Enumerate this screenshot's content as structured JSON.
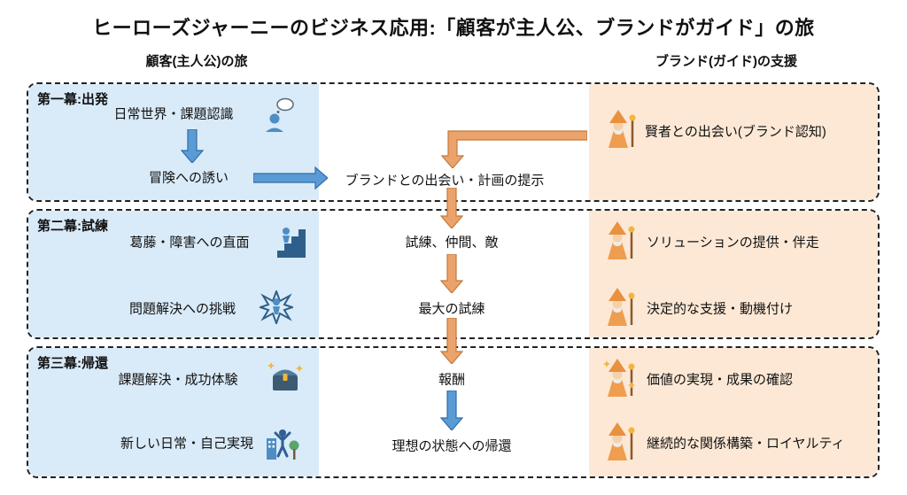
{
  "title": "ヒーローズジャーニーのビジネス応用:「顧客が主人公、ブランドがガイド」の旅",
  "columns": {
    "left": "顧客(主人公)の旅",
    "right": "ブランド(ガイド)の支援"
  },
  "acts": [
    {
      "label": "第一幕:出発",
      "customer": [
        {
          "text": "日常世界・課題認識",
          "icon": "thinking-person-icon"
        },
        {
          "text": "冒険への誘い",
          "icon": ""
        }
      ],
      "center": [
        {
          "text": "ブランドとの出会い・計画の提示"
        }
      ],
      "brand": [
        {
          "text": "賢者との出会い(ブランド認知)",
          "icon": "wizard-icon"
        }
      ]
    },
    {
      "label": "第二幕:試練",
      "customer": [
        {
          "text": "葛藤・障害への直面",
          "icon": "climbing-person-icon"
        },
        {
          "text": "問題解決への挑戦",
          "icon": "breakthrough-icon"
        }
      ],
      "center": [
        {
          "text": "試練、仲間、敵"
        },
        {
          "text": "最大の試練"
        }
      ],
      "brand": [
        {
          "text": "ソリューションの提供・伴走",
          "icon": "wizard-icon"
        },
        {
          "text": "決定的な支援・動機付け",
          "icon": "wizard-icon"
        }
      ]
    },
    {
      "label": "第三幕:帰還",
      "customer": [
        {
          "text": "課題解決・成功体験",
          "icon": "treasure-chest-icon"
        },
        {
          "text": "新しい日常・自己実現",
          "icon": "celebration-icon"
        }
      ],
      "center": [
        {
          "text": "報酬"
        },
        {
          "text": "理想の状態への帰還"
        }
      ],
      "brand": [
        {
          "text": "価値の実現・成果の確認",
          "icon": "wizard-celebration-icon"
        },
        {
          "text": "継続的な関係構築・ロイヤルティ",
          "icon": "wizard-icon"
        }
      ]
    }
  ],
  "colors": {
    "customer_panel": "#d9eaf8",
    "brand_panel": "#fce8d5",
    "arrow_blue": "#5b9bd5",
    "arrow_orange": "#eca36b"
  }
}
